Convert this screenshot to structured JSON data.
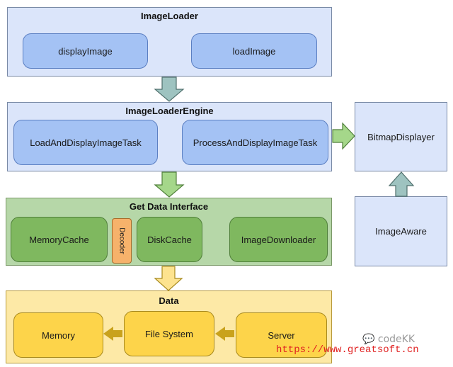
{
  "image_loader": {
    "title": "ImageLoader",
    "items": [
      "displayImage",
      "loadImage"
    ]
  },
  "engine": {
    "title": "ImageLoaderEngine",
    "items": [
      "LoadAndDisplayImageTask",
      "ProcessAndDisplayImageTask"
    ]
  },
  "get_data": {
    "title": "Get Data Interface",
    "items": [
      "MemoryCache",
      "DiskCache",
      "ImageDownloader"
    ],
    "decoder": "Decoder"
  },
  "data": {
    "title": "Data",
    "items": [
      "Memory",
      "File System",
      "Server"
    ]
  },
  "side": {
    "bitmap_displayer": "BitmapDisplayer",
    "image_aware": "ImageAware"
  },
  "watermark": {
    "logo": "codeKK",
    "url": "https://www.greatsoft.cn"
  },
  "colors": {
    "blue_panel": "#dbe5fa",
    "blue_node": "#a4c2f4",
    "green_panel": "#b6d7a8",
    "green_node": "#7fb85f",
    "yellow_panel": "#fde9a6",
    "yellow_node": "#fdd44a",
    "decoder": "#f6b26b",
    "arrow_teal": "#9ec3c0",
    "arrow_green": "#a5d78a",
    "arrow_yellow": "#fde38f",
    "arrow_gold": "#c9a21c"
  }
}
